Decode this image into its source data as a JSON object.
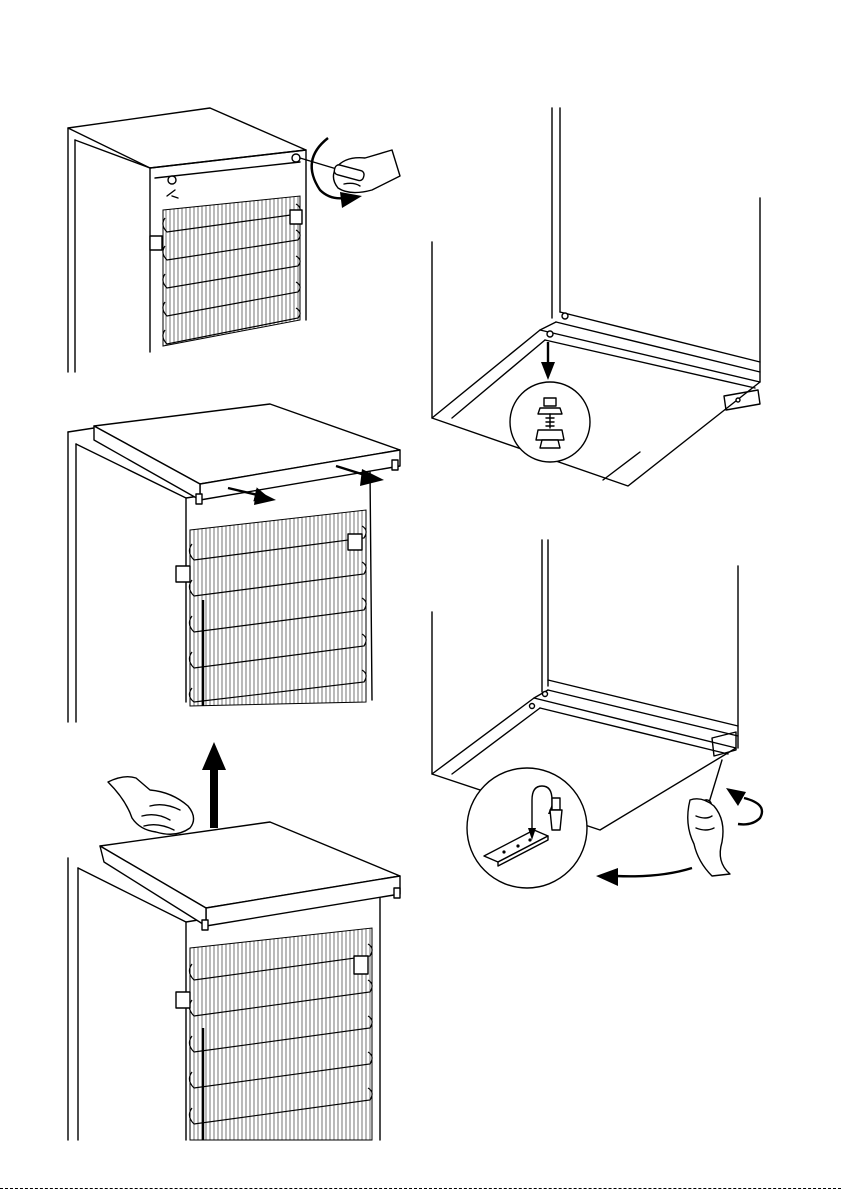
{
  "figure": {
    "kind": "installation-instructions",
    "panel_count": 5,
    "panels": [
      {
        "id": "unscrew-top-screws",
        "caption": ""
      },
      {
        "id": "slide-top-back",
        "caption": ""
      },
      {
        "id": "lift-top-off",
        "caption": ""
      },
      {
        "id": "remove-foot-pin",
        "caption": ""
      },
      {
        "id": "unscrew-bottom-hinge",
        "caption": ""
      }
    ],
    "colors": {
      "line": "#000000",
      "background": "#ffffff"
    },
    "icons": [
      "hand-icon",
      "screwdriver-icon",
      "arrow-icon",
      "curved-arrow-icon",
      "magnifier-circle-icon"
    ]
  }
}
